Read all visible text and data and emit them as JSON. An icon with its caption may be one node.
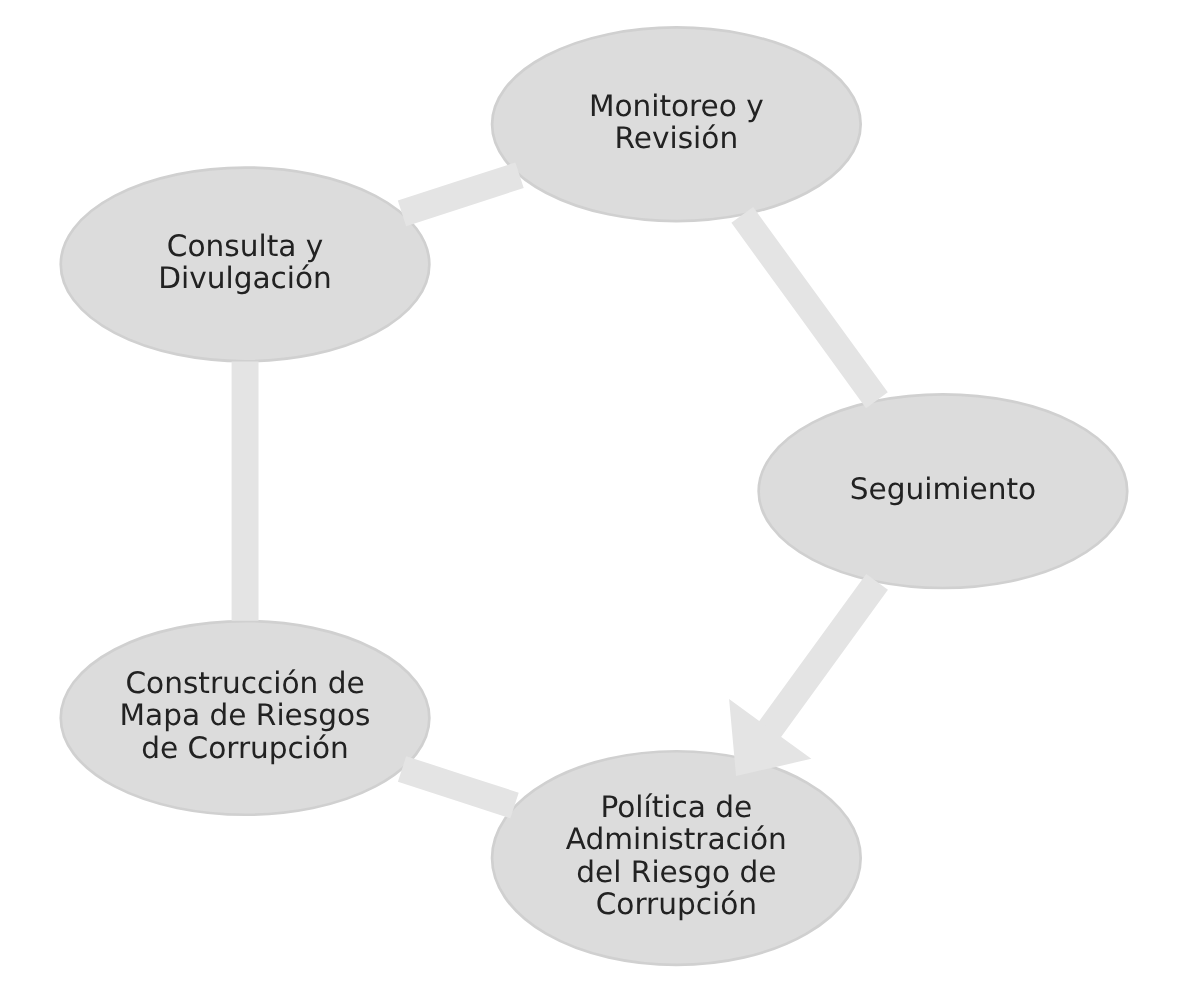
{
  "diagram": {
    "nodes": [
      {
        "text": [
          "Política de Administración del Riesgo de Corrupción"
        ]
      },
      {
        "text": [
          "Construcción de Mapa de Riesgos de Corrupción"
        ]
      },
      {
        "text": [
          "Consulta y Divulgación"
        ]
      },
      {
        "text": [
          "Monitoreo y Revisión"
        ]
      },
      {
        "text": [
          "Seguimiento"
        ]
      }
    ],
    "edges": [
      {
        "from": 0,
        "to": 1,
        "arrow": "none"
      },
      {
        "from": 1,
        "to": 2,
        "arrow": "none"
      },
      {
        "from": 2,
        "to": 3,
        "arrow": "none"
      },
      {
        "from": 3,
        "to": 4,
        "arrow": "none"
      },
      {
        "from": 4,
        "to": 0,
        "arrow": "to"
      }
    ]
  }
}
